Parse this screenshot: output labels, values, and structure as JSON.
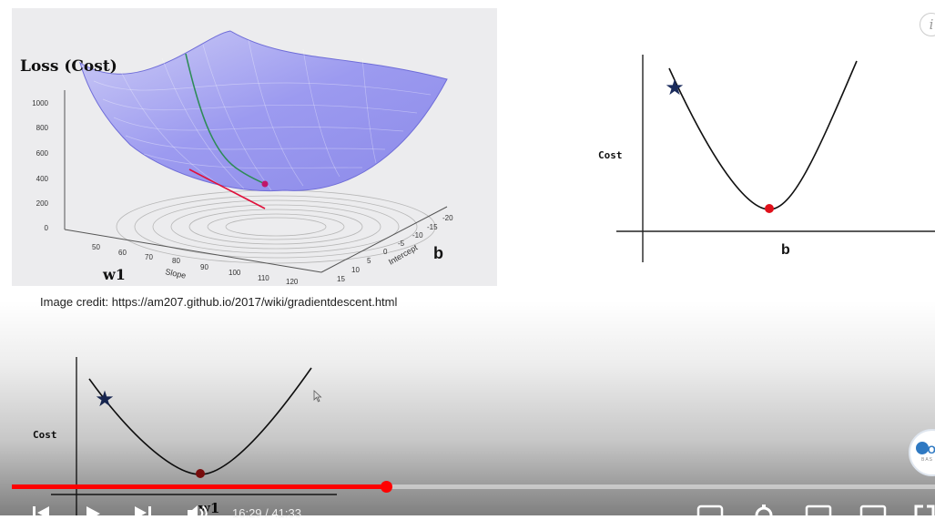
{
  "slide": {
    "credit": "Image credit: https://am207.github.io/2017/wiki/gradientdescent.html",
    "plot3d": {
      "title": "Loss (Cost)",
      "z_ticks": [
        "1000",
        "800",
        "600",
        "400",
        "200",
        "0"
      ],
      "slope_ticks": [
        "50",
        "60",
        "70",
        "80",
        "90",
        "100",
        "110",
        "120"
      ],
      "slope_label": "Slope",
      "intercept_ticks": [
        "-20",
        "-15",
        "-10",
        "-5",
        "0",
        "5",
        "10",
        "15"
      ],
      "intercept_label": "Intercept",
      "w1_label": "w1",
      "b_label": "b",
      "surface_color": "#8e8cf0",
      "path_green": "#2e8b57",
      "path_red": "#e0103a"
    },
    "chart_b": {
      "ylabel": "Cost",
      "xlabel": "b",
      "star_color": "#1a2b5c",
      "ball_color": "#e0101a"
    },
    "chart_w1": {
      "ylabel": "Cost",
      "xlabel": "w1",
      "star_color": "#1a2b5c",
      "ball_color": "#b81414"
    }
  },
  "player": {
    "progress_fraction": 0.405,
    "progress_color": "#ff0000",
    "time_current": "16:29",
    "time_separator": " / ",
    "time_total": "41:33",
    "info_glyph": "i",
    "watermark_text": "CO",
    "watermark_sub": "BAS"
  }
}
